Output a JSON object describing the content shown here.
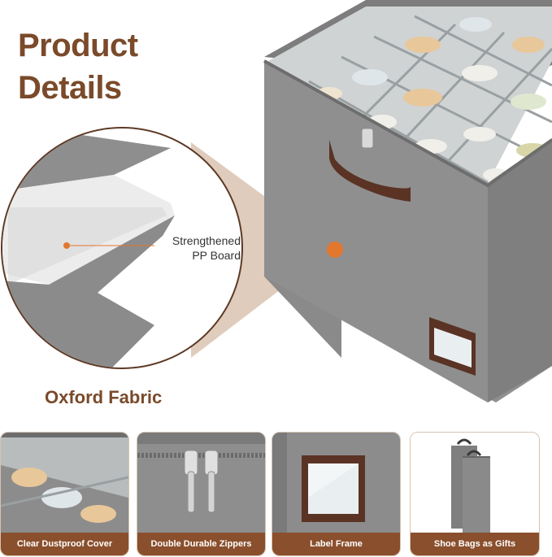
{
  "header": {
    "title_line1": "Product",
    "title_line2": "Details"
  },
  "callout": {
    "line1": "Strengthened",
    "line2": "PP Board"
  },
  "fabric_label": "Oxford Fabric",
  "features": [
    {
      "caption": "Clear Dustproof Cover",
      "icon": "clear-cover-image"
    },
    {
      "caption": "Double Durable Zippers",
      "icon": "zipper-image"
    },
    {
      "caption": "Label Frame",
      "icon": "label-frame-image"
    },
    {
      "caption": "Shoe Bags as Gifts",
      "icon": "shoe-bag-image"
    }
  ],
  "colors": {
    "brand_brown": "#7a4a2a",
    "caption_bar": "#8a4f2c",
    "accent_orange": "#e2772e",
    "box_gray": "#8c8c8c",
    "handle_brown": "#5a3324"
  }
}
